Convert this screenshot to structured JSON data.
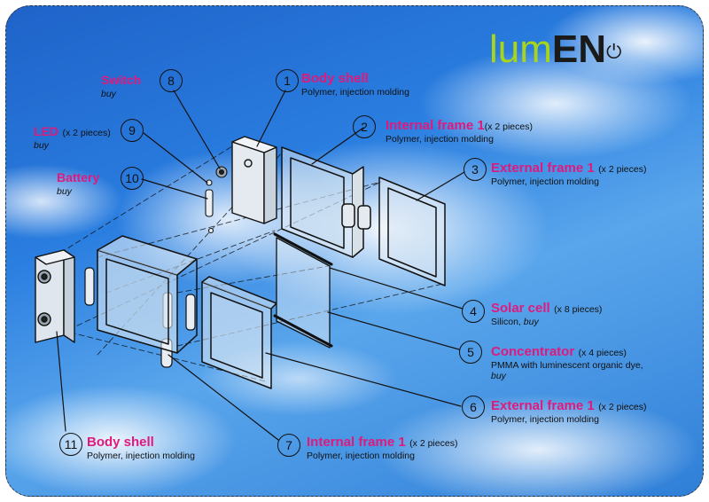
{
  "logo": {
    "text_light": "lum",
    "text_bold": "EN"
  },
  "markers": [
    "1",
    "2",
    "3",
    "4",
    "5",
    "6",
    "7",
    "8",
    "9",
    "10",
    "11"
  ],
  "parts": {
    "p1": {
      "title": "Body shell",
      "qty": "",
      "detail": "Polymer, injection molding",
      "detail2": ""
    },
    "p2": {
      "title": "Internal frame 1",
      "qty": "(x 2 pieces)",
      "detail": "Polymer, injection molding",
      "detail2": ""
    },
    "p3": {
      "title": "External frame 1",
      "qty": "(x 2 pieces)",
      "detail": "Polymer, injection molding",
      "detail2": ""
    },
    "p4": {
      "title": "Solar cell",
      "qty": "(x 8 pieces)",
      "detail": "Silicon, ",
      "detail_italic": "buy",
      "detail2": ""
    },
    "p5": {
      "title": "Concentrator",
      "qty": "(x 4 pieces)",
      "detail": "PMMA with luminescent organic dye,",
      "detail2": "buy"
    },
    "p6": {
      "title": "External frame 1",
      "qty": "(x 2 pieces)",
      "detail": "Polymer, injection molding",
      "detail2": ""
    },
    "p7": {
      "title": "Internal frame 1",
      "qty": "(x 2 pieces)",
      "detail": "Polymer, injection molding",
      "detail2": ""
    },
    "p8": {
      "title": "Switch",
      "qty": "",
      "detail": "buy",
      "detail2": ""
    },
    "p9": {
      "title": "LED",
      "qty": "(x 2 pieces)",
      "detail": "buy",
      "detail2": ""
    },
    "p10": {
      "title": "Battery",
      "qty": "",
      "detail": "buy",
      "detail2": ""
    },
    "p11": {
      "title": "Body shell",
      "qty": "",
      "detail": "Polymer, injection molding",
      "detail2": ""
    }
  },
  "colors": {
    "title": "#e0197d",
    "logo_light": "#a8d41a",
    "logo_dark": "#1a1a1a",
    "sky": "#2a7ee0"
  }
}
